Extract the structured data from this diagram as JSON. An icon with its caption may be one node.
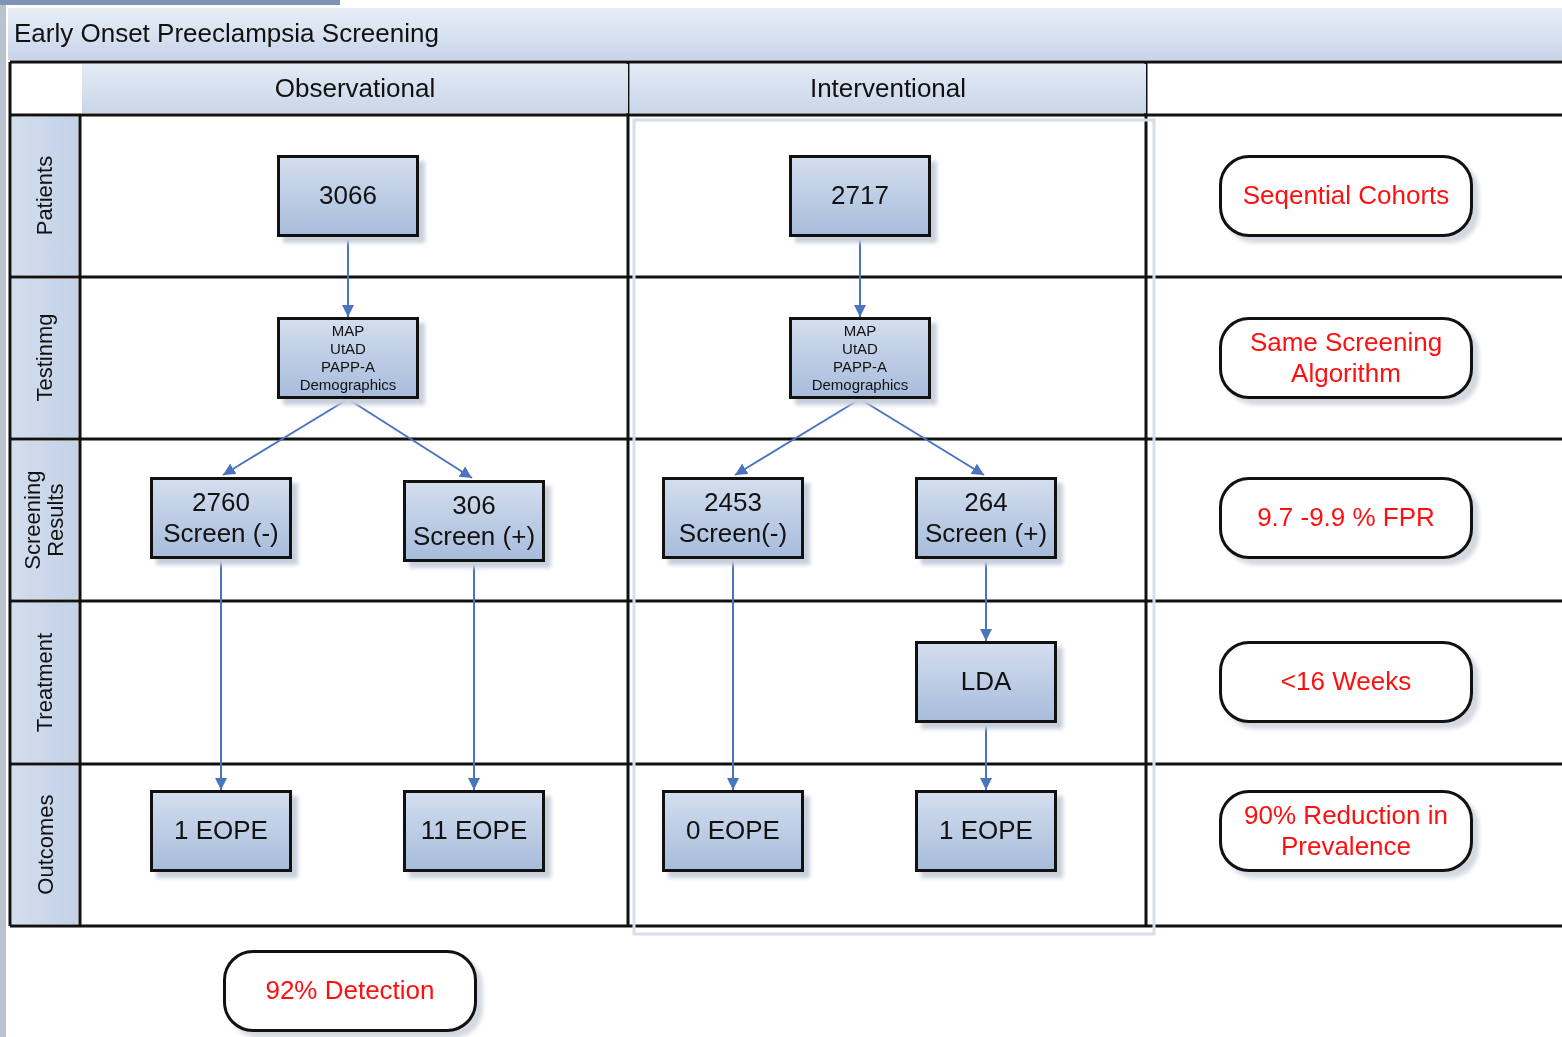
{
  "diagram": {
    "title": "Early Onset Preeclampsia Screening",
    "nodes": [
      {
        "text": [
          "Observational"
        ]
      },
      {
        "text": [
          "Interventional"
        ]
      },
      {
        "text": [
          "Patients"
        ]
      },
      {
        "text": [
          "Testinmg"
        ]
      },
      {
        "text": [
          "Screening Results"
        ]
      },
      {
        "text": [
          "Treatment"
        ]
      },
      {
        "text": [
          "Outcomes"
        ]
      },
      {
        "text": [
          "3066"
        ]
      },
      {
        "text": [
          "2717"
        ]
      },
      {
        "text": [
          "Seqential Cohorts"
        ]
      },
      {
        "text": [
          "MAP UtAD PAPP-A Demographics"
        ]
      },
      {
        "text": [
          "MAP UtAD PAPP-A Demographics"
        ]
      },
      {
        "text": [
          "Same Screening Algorithm"
        ]
      },
      {
        "text": [
          "2760 Screen (-)"
        ]
      },
      {
        "text": [
          "306 Screen (+)"
        ]
      },
      {
        "text": [
          "2453 Screen(-)"
        ]
      },
      {
        "text": [
          "264 Screen (+)"
        ]
      },
      {
        "text": [
          "9.7 -9.9 % FPR"
        ]
      },
      {
        "text": [
          "LDA"
        ]
      },
      {
        "text": [
          "<16 Weeks"
        ]
      },
      {
        "text": [
          "1 EOPE"
        ]
      },
      {
        "text": [
          "11 EOPE"
        ]
      },
      {
        "text": [
          "0 EOPE"
        ]
      },
      {
        "text": [
          "1 EOPE"
        ]
      },
      {
        "text": [
          "90% Reduction in Prevalence"
        ]
      },
      {
        "text": [
          "92% Detection"
        ]
      }
    ],
    "edges": [
      {
        "from": 7,
        "to": 10,
        "arrow": "to"
      },
      {
        "from": 8,
        "to": 11,
        "arrow": "to"
      },
      {
        "from": 10,
        "to": 13,
        "arrow": "to"
      },
      {
        "from": 10,
        "to": 14,
        "arrow": "to"
      },
      {
        "from": 11,
        "to": 15,
        "arrow": "to"
      },
      {
        "from": 11,
        "to": 16,
        "arrow": "to"
      },
      {
        "from": 13,
        "to": 20,
        "arrow": "to"
      },
      {
        "from": 14,
        "to": 21,
        "arrow": "to"
      },
      {
        "from": 15,
        "to": 22,
        "arrow": "to"
      },
      {
        "from": 16,
        "to": 18,
        "arrow": "to"
      },
      {
        "from": 18,
        "to": 23,
        "arrow": "to"
      }
    ]
  }
}
